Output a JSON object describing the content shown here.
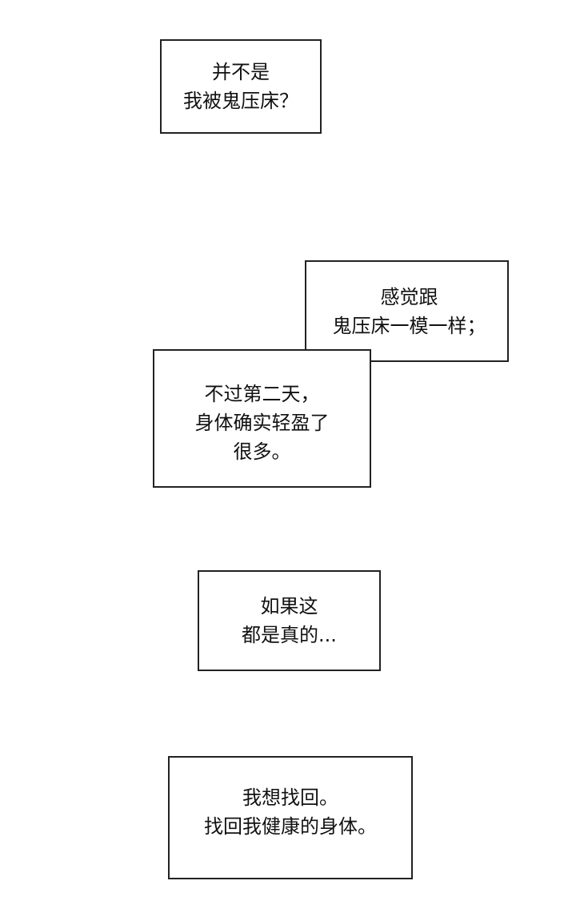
{
  "captions": [
    {
      "lines": [
        "并不是",
        "我被鬼压床？"
      ]
    },
    {
      "lines": [
        "感觉跟",
        "鬼压床一模一样；"
      ]
    },
    {
      "lines": [
        "不过第二天，",
        "身体确实轻盈了",
        "很多。"
      ]
    },
    {
      "lines": [
        "如果这",
        "都是真的..."
      ]
    },
    {
      "lines": [
        "我想找回。",
        "找回我健康的身体。"
      ]
    }
  ],
  "colors": {
    "border": "#222222",
    "background": "#ffffff",
    "text": "#111111"
  }
}
